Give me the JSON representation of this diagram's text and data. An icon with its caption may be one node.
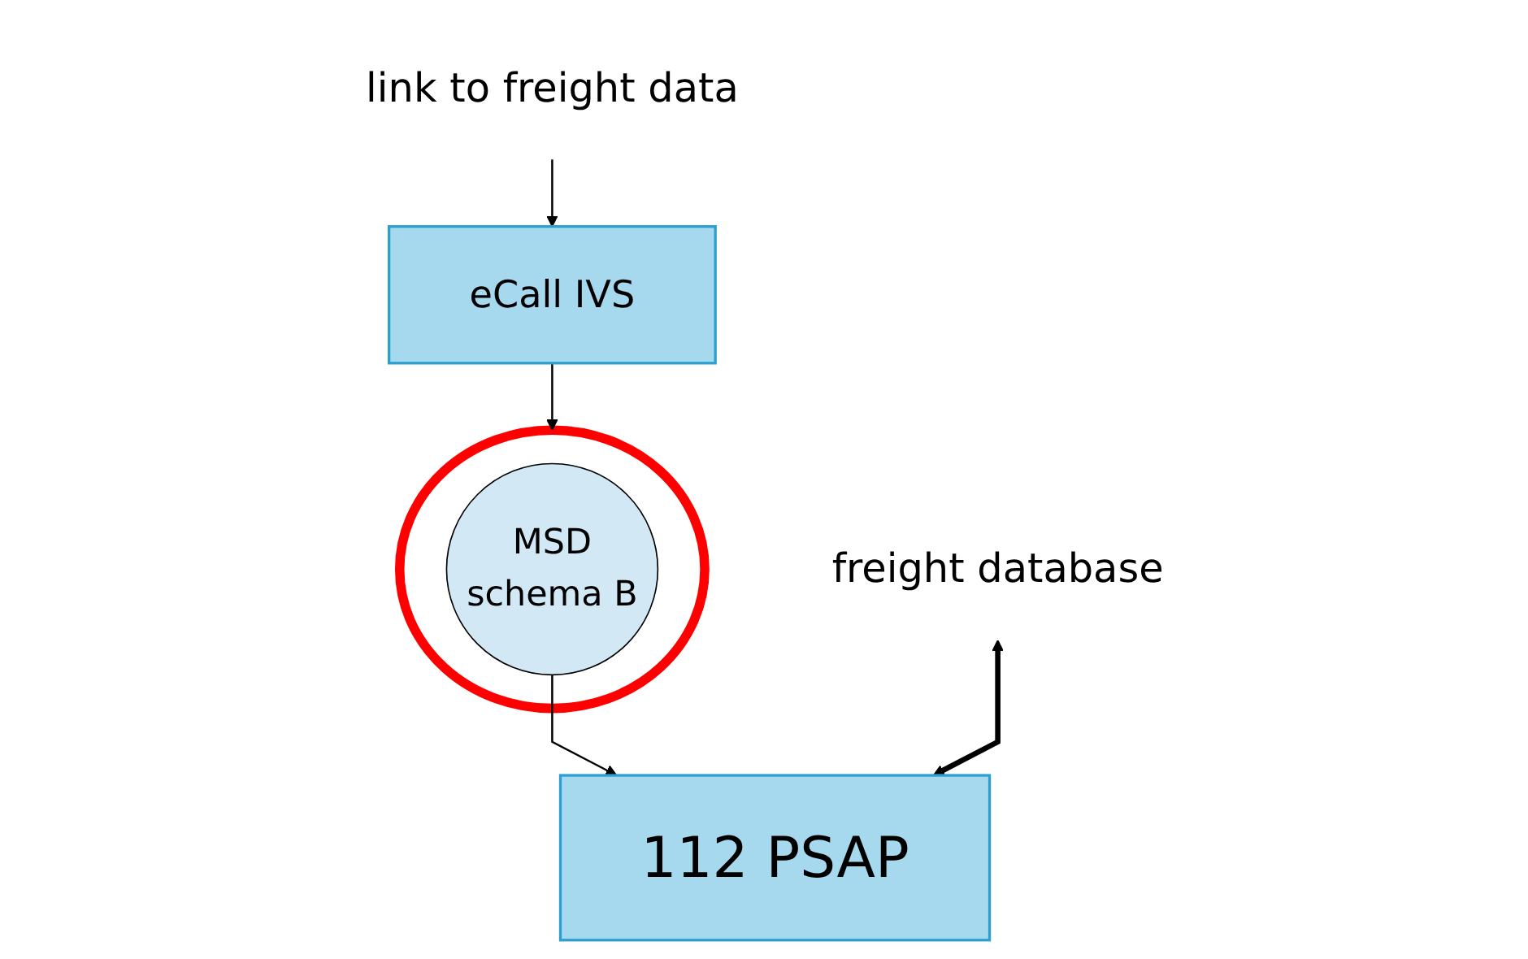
{
  "diagram": {
    "nodes": [
      {
        "text": [
          "link to freight data"
        ]
      },
      {
        "text": [
          "freight database"
        ]
      },
      {
        "text": [
          "eCall IVS"
        ]
      },
      {
        "text": [],
        "shape": "ellipse"
      },
      {
        "text": [
          "MSD",
          "schema B"
        ],
        "in": 3
      },
      {
        "text": [
          "112 PSAP"
        ]
      }
    ],
    "edges": [
      {
        "from": 0,
        "to": 2,
        "arrow": "to"
      },
      {
        "from": 2,
        "to": 3,
        "arrow": "to"
      },
      {
        "from": 4,
        "to": 5,
        "arrow": "to"
      },
      {
        "from": 1,
        "to": 5,
        "arrow": "both",
        "style": "thick"
      }
    ]
  }
}
